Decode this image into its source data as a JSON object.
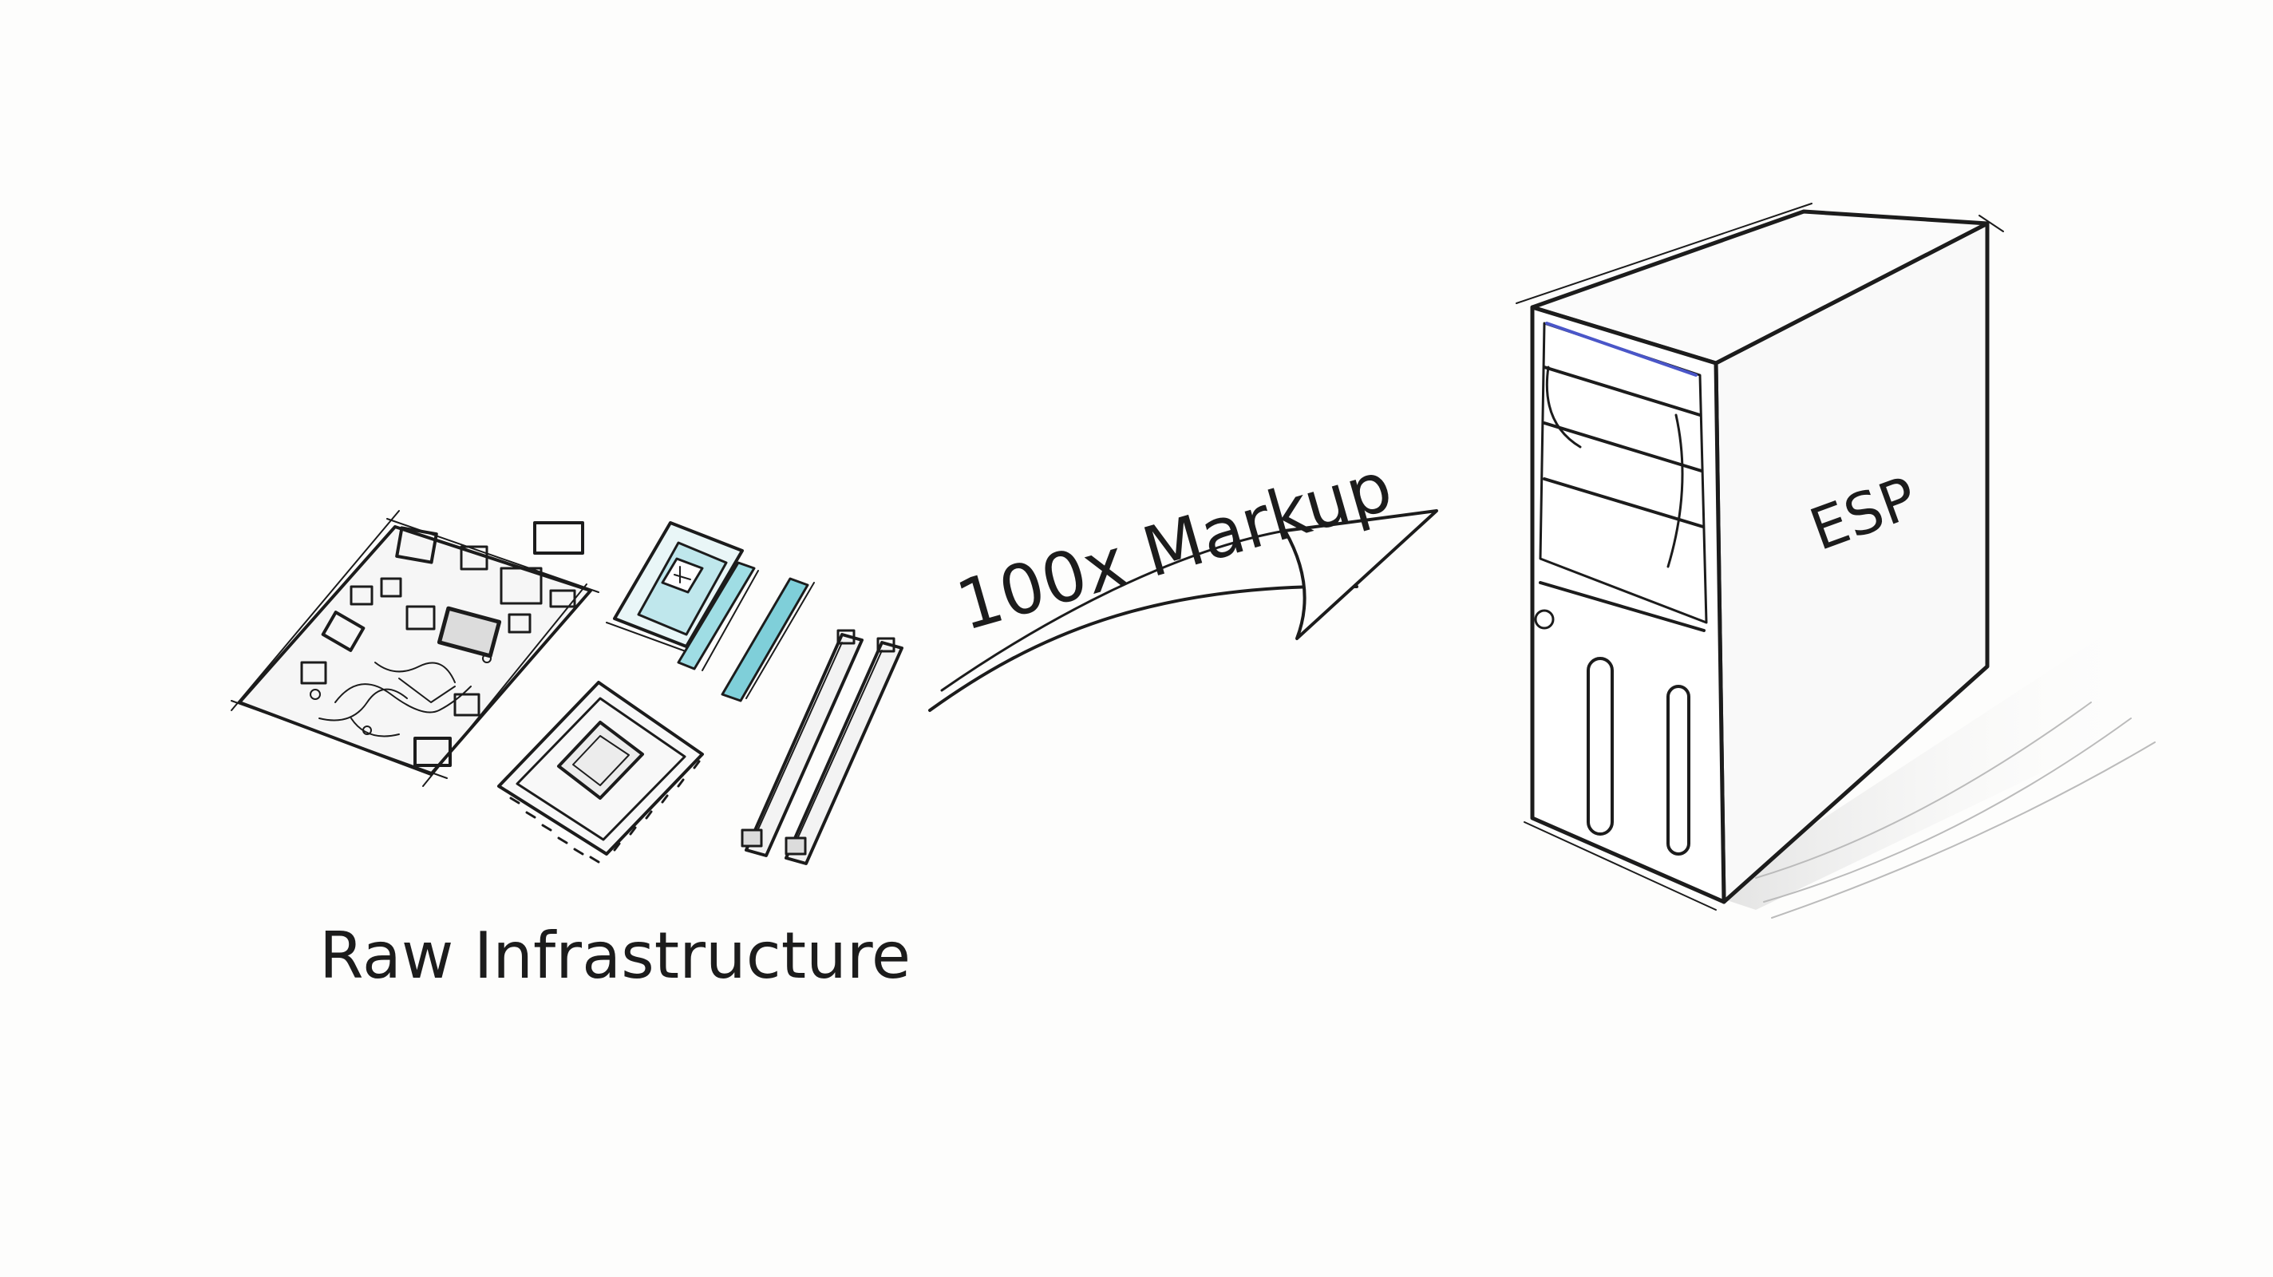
{
  "diagram": {
    "left_label": "Raw Infrastructure",
    "arrow_label": "100x Markup",
    "server_label": "ESP"
  },
  "colors": {
    "ink": "#1c1c1c",
    "pencil": "#555555",
    "cyan_accent": "#3cb6c4",
    "blue_accent": "#4a56c8",
    "background": "#fdfdfc"
  }
}
